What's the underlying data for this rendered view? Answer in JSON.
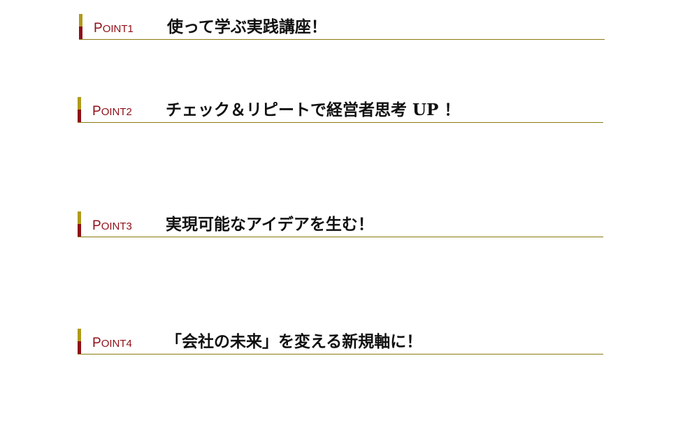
{
  "points": [
    {
      "label_initial": "P",
      "label_rest": "OINT",
      "number": "1",
      "title": "使って学ぶ実践講座！"
    },
    {
      "label_initial": "P",
      "label_rest": "OINT",
      "number": "2",
      "title": "チェック＆リピートで経営者思考 UP ！"
    },
    {
      "label_initial": "P",
      "label_rest": "OINT",
      "number": "3",
      "title": "実現可能なアイデアを生む！"
    },
    {
      "label_initial": "P",
      "label_rest": "OINT",
      "number": "4",
      "title": "「会社の未来」を変える新規軸に！"
    }
  ],
  "colors": {
    "accent_gold": "#b09a1a",
    "accent_red": "#8e0f17",
    "rule": "#8a7a10",
    "title_text": "#111111"
  }
}
